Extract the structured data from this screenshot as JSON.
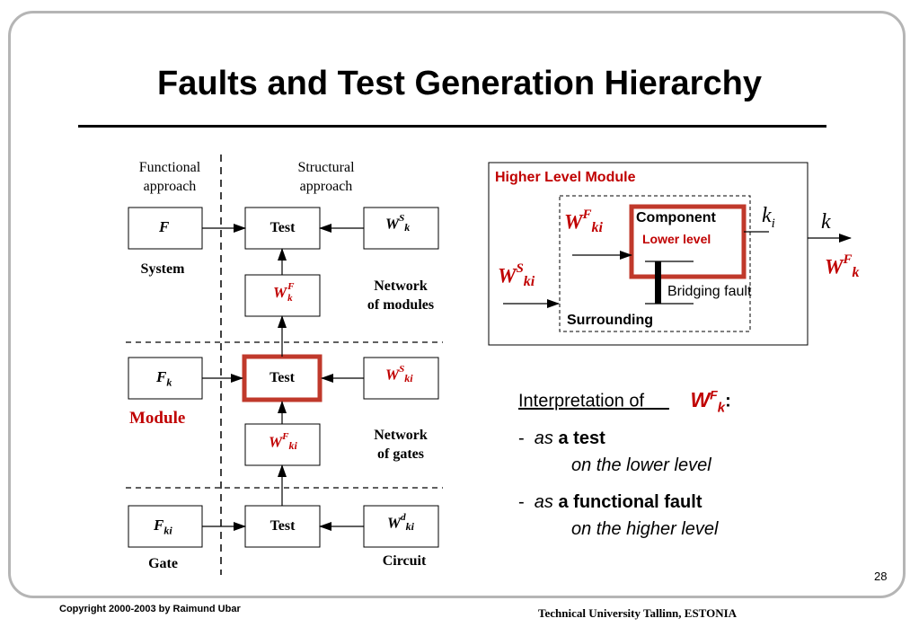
{
  "slide": {
    "title": "Faults and Test Generation Hierarchy",
    "page_number": "28",
    "copyright": "Copyright 2000-2003 by Raimund Ubar",
    "institution": "Technical University Tallinn, ESTONIA"
  },
  "left_diagram": {
    "functional_label": "Functional\napproach",
    "structural_label": "Structural\napproach",
    "system_label": "System",
    "module_label": "Module",
    "gate_label": "Gate",
    "network_modules_label": "Network\nof modules",
    "network_gates_label": "Network\nof gates",
    "circuit_label": "Circuit",
    "test_label": "Test",
    "F": "F",
    "F_k_main": "F",
    "F_k_sub": "k",
    "F_ki_main": "F",
    "F_ki_sub": "ki",
    "W": "W",
    "S": "S",
    "d": "d",
    "k": "k",
    "ki": "ki",
    "WFk_sup": "F",
    "WFk_sub": "k"
  },
  "right_diagram": {
    "higher_level_module": "Higher Level Module",
    "component": "Component",
    "lower_level": "Lower level",
    "bridging_fault": "Bridging fault",
    "surrounding": "Surrounding",
    "W": "W",
    "F": "F",
    "S": "S",
    "ki": "ki",
    "k": "k",
    "k_i_main": "k",
    "k_i_sub": "i"
  },
  "interpretation": {
    "heading": "Interpretation of",
    "W": "W",
    "F": "F",
    "k": "k",
    "colon": ":",
    "item1_dash": "-",
    "item1_as": "as",
    "item1_bold": "a test",
    "item1_italic": "on the lower level",
    "item2_dash": "-",
    "item2_as": "as",
    "item2_bold": "a functional fault",
    "item2_italic": "on the higher level"
  },
  "colors": {
    "accent_red": "#c00000",
    "box_orange": "#c0392b",
    "frame_gray": "#b5b5b5"
  }
}
